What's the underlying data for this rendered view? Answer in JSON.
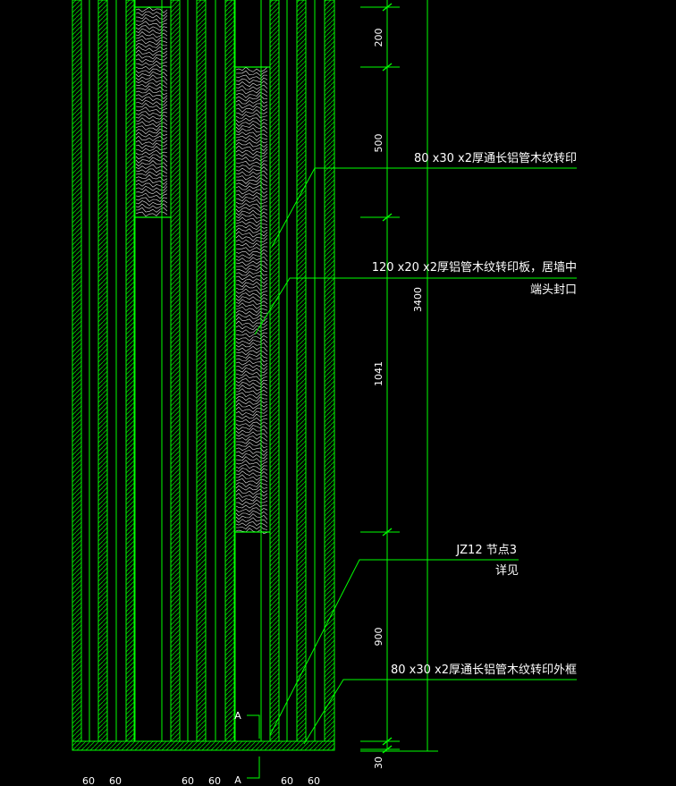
{
  "drawing": {
    "line_color": "#00ff00",
    "text_color": "#ffffff",
    "background": "#000000",
    "callouts": [
      {
        "lines": [
          "80 x30 x2厚通长铝管木纹转印"
        ]
      },
      {
        "lines": [
          "120 x20 x2厚铝管木纹转印板，居墙中",
          "端头封口"
        ]
      },
      {
        "lines": [
          "JZ12 节点3",
          "详见"
        ]
      },
      {
        "lines": [
          "80 x30 x2厚通长铝管木纹转印外框"
        ]
      }
    ],
    "dimensions": {
      "segments": [
        "200",
        "500",
        "1041",
        "900",
        "30"
      ],
      "total": "3400",
      "bottom": [
        "60",
        "60",
        "60",
        "60",
        "60",
        "60"
      ]
    },
    "section_marks": [
      "A",
      "A"
    ]
  }
}
